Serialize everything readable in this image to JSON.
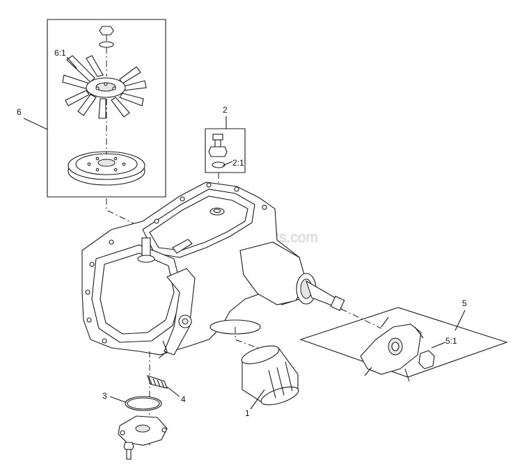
{
  "watermark": "eReplacementParts.com",
  "callouts": {
    "c1": "1",
    "c2": "2",
    "c2_1": "2:1",
    "c3": "3",
    "c4": "4",
    "c5": "5",
    "c5_1": "5:1",
    "c6": "6",
    "c6_1": "6:1"
  }
}
